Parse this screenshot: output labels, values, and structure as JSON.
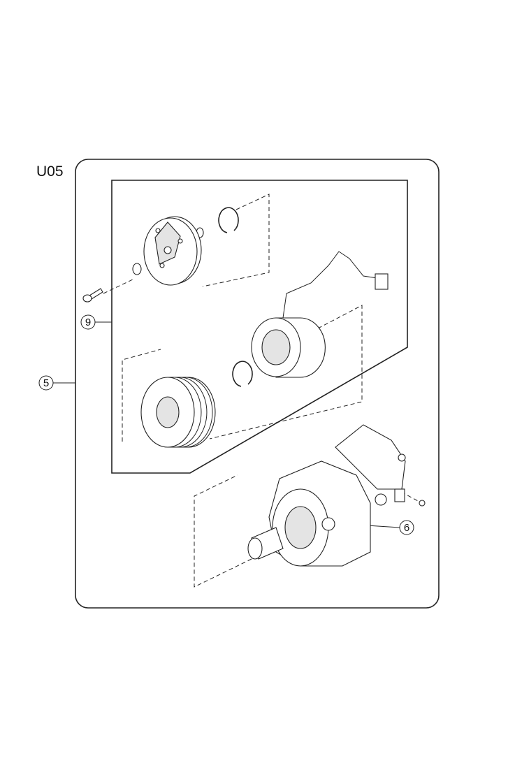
{
  "diagram": {
    "group_code": "U05",
    "callouts": {
      "assembly": "5",
      "clutch_kit": "9",
      "compressor": "6"
    }
  }
}
